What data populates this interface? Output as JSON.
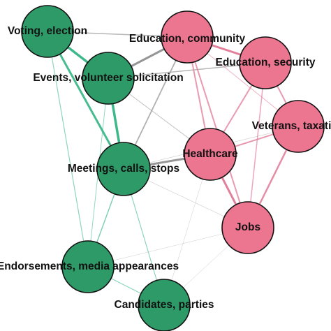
{
  "colors": {
    "group_green": "#2e9a68",
    "group_pink": "#ec7590",
    "edge_green": "#3db88a",
    "edge_pink": "#e07896",
    "edge_gray": "#8f8f8f",
    "node_outline": "#111111"
  },
  "nodes": [
    {
      "id": "voting",
      "label": "Voting, election",
      "group": "green"
    },
    {
      "id": "events",
      "label": "Events, volunteer solicitation",
      "group": "green"
    },
    {
      "id": "meetings",
      "label": "Meetings, calls, stops",
      "group": "green"
    },
    {
      "id": "endorsements",
      "label": "Endorsements, media appearances",
      "group": "green"
    },
    {
      "id": "candidates",
      "label": "Candidates, parties",
      "group": "green"
    },
    {
      "id": "edu_community",
      "label": "Education, community",
      "group": "pink"
    },
    {
      "id": "edu_security",
      "label": "Education, security",
      "group": "pink"
    },
    {
      "id": "veterans",
      "label": "Veterans, taxation",
      "group": "pink"
    },
    {
      "id": "healthcare",
      "label": "Healthcare",
      "group": "pink"
    },
    {
      "id": "jobs",
      "label": "Jobs",
      "group": "pink"
    }
  ],
  "edges": [
    {
      "source": "voting",
      "target": "events",
      "color": "green",
      "weight": 3.5
    },
    {
      "source": "voting",
      "target": "meetings",
      "color": "green",
      "weight": 3
    },
    {
      "source": "voting",
      "target": "edu_community",
      "color": "gray",
      "weight": 1.5
    },
    {
      "source": "voting",
      "target": "endorsements",
      "color": "green",
      "weight": 1.2
    },
    {
      "source": "events",
      "target": "meetings",
      "color": "green",
      "weight": 3.5
    },
    {
      "source": "events",
      "target": "edu_community",
      "color": "gray",
      "weight": 3
    },
    {
      "source": "events",
      "target": "edu_security",
      "color": "gray",
      "weight": 1.5
    },
    {
      "source": "events",
      "target": "healthcare",
      "color": "gray",
      "weight": 1
    },
    {
      "source": "events",
      "target": "endorsements",
      "color": "green",
      "weight": 1
    },
    {
      "source": "meetings",
      "target": "healthcare",
      "color": "gray",
      "weight": 3
    },
    {
      "source": "meetings",
      "target": "edu_community",
      "color": "gray",
      "weight": 1.8
    },
    {
      "source": "meetings",
      "target": "endorsements",
      "color": "green",
      "weight": 1.5
    },
    {
      "source": "meetings",
      "target": "candidates",
      "color": "green",
      "weight": 1.2
    },
    {
      "source": "meetings",
      "target": "jobs",
      "color": "gray",
      "weight": 0.6
    },
    {
      "source": "meetings",
      "target": "veterans",
      "color": "gray",
      "weight": 0.6
    },
    {
      "source": "endorsements",
      "target": "candidates",
      "color": "green",
      "weight": 1.2
    },
    {
      "source": "endorsements",
      "target": "jobs",
      "color": "gray",
      "weight": 0.5
    },
    {
      "source": "candidates",
      "target": "jobs",
      "color": "gray",
      "weight": 0.5
    },
    {
      "source": "candidates",
      "target": "healthcare",
      "color": "gray",
      "weight": 0.5
    },
    {
      "source": "edu_community",
      "target": "edu_security",
      "color": "pink",
      "weight": 3
    },
    {
      "source": "edu_community",
      "target": "healthcare",
      "color": "pink",
      "weight": 2
    },
    {
      "source": "edu_community",
      "target": "jobs",
      "color": "pink",
      "weight": 2
    },
    {
      "source": "edu_community",
      "target": "veterans",
      "color": "pink",
      "weight": 1
    },
    {
      "source": "edu_security",
      "target": "veterans",
      "color": "pink",
      "weight": 2
    },
    {
      "source": "edu_security",
      "target": "healthcare",
      "color": "pink",
      "weight": 2
    },
    {
      "source": "edu_security",
      "target": "jobs",
      "color": "pink",
      "weight": 1.5
    },
    {
      "source": "veterans",
      "target": "healthcare",
      "color": "pink",
      "weight": 2
    },
    {
      "source": "veterans",
      "target": "jobs",
      "color": "pink",
      "weight": 2.5
    },
    {
      "source": "healthcare",
      "target": "jobs",
      "color": "pink",
      "weight": 3
    }
  ]
}
